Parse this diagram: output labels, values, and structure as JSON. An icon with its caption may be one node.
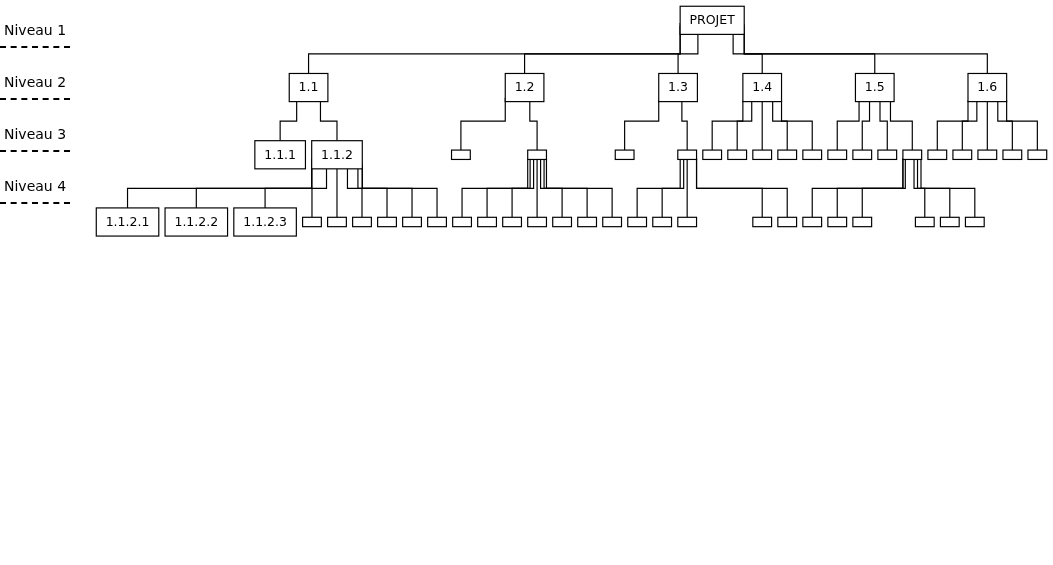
{
  "diagram": {
    "nodes": [
      {
        "text": [
          "PROJET"
        ]
      },
      {
        "text": [
          "1.1"
        ]
      },
      {
        "text": [
          "1.2"
        ]
      },
      {
        "text": [
          "1.3"
        ]
      },
      {
        "text": [
          "1.4"
        ]
      },
      {
        "text": [
          "1.5"
        ]
      },
      {
        "text": [
          "1.6"
        ]
      },
      {
        "text": [
          "1.1.1"
        ]
      },
      {
        "text": [
          "1.1.2"
        ]
      },
      {
        "text": [
          "1.1.2.1"
        ]
      },
      {
        "text": [
          "1.1.2.2"
        ]
      },
      {
        "text": [
          "1.1.2.3"
        ]
      },
      {
        "text": [],
        "shape": "box"
      },
      {
        "text": [],
        "shape": "box"
      },
      {
        "text": [],
        "shape": "box"
      },
      {
        "text": [],
        "shape": "box"
      },
      {
        "text": [],
        "shape": "box"
      },
      {
        "text": [],
        "shape": "box"
      },
      {
        "text": [],
        "shape": "box"
      },
      {
        "text": [],
        "shape": "box"
      },
      {
        "text": [],
        "shape": "box"
      },
      {
        "text": [],
        "shape": "box"
      },
      {
        "text": [],
        "shape": "box"
      },
      {
        "text": [],
        "shape": "box"
      },
      {
        "text": [],
        "shape": "box"
      },
      {
        "text": [],
        "shape": "box"
      },
      {
        "text": [],
        "shape": "box"
      },
      {
        "text": [],
        "shape": "box"
      },
      {
        "text": [],
        "shape": "box"
      },
      {
        "text": [],
        "shape": "box"
      },
      {
        "text": [],
        "shape": "box"
      },
      {
        "text": [],
        "shape": "box"
      },
      {
        "text": [],
        "shape": "box"
      },
      {
        "text": [],
        "shape": "box"
      },
      {
        "text": [],
        "shape": "box"
      },
      {
        "text": [],
        "shape": "box"
      },
      {
        "text": [],
        "shape": "box"
      },
      {
        "text": [],
        "shape": "box"
      },
      {
        "text": [],
        "shape": "box"
      },
      {
        "text": [],
        "shape": "box"
      },
      {
        "text": [],
        "shape": "box"
      },
      {
        "text": [],
        "shape": "box"
      },
      {
        "text": [],
        "shape": "box"
      },
      {
        "text": [],
        "shape": "box"
      },
      {
        "text": [],
        "shape": "box"
      },
      {
        "text": [],
        "shape": "box"
      },
      {
        "text": [],
        "shape": "box"
      },
      {
        "text": [],
        "shape": "box"
      },
      {
        "text": [],
        "shape": "box"
      },
      {
        "text": [],
        "shape": "box"
      },
      {
        "text": [],
        "shape": "box"
      },
      {
        "text": [],
        "shape": "box"
      },
      {
        "text": [],
        "shape": "box"
      },
      {
        "text": [],
        "shape": "box"
      }
    ],
    "edges": [
      {
        "from": 0,
        "to": 1,
        "arrow": "none"
      },
      {
        "from": 0,
        "to": 2,
        "arrow": "none"
      },
      {
        "from": 0,
        "to": 3,
        "arrow": "none"
      },
      {
        "from": 0,
        "to": 4,
        "arrow": "none"
      },
      {
        "from": 0,
        "to": 5,
        "arrow": "none"
      },
      {
        "from": 0,
        "to": 6,
        "arrow": "none"
      },
      {
        "from": 1,
        "to": 7,
        "arrow": "none"
      },
      {
        "from": 1,
        "to": 8,
        "arrow": "none"
      },
      {
        "from": 8,
        "to": 9,
        "arrow": "none"
      },
      {
        "from": 8,
        "to": 10,
        "arrow": "none"
      },
      {
        "from": 8,
        "to": 11,
        "arrow": "none"
      },
      {
        "from": 8,
        "to": 12,
        "arrow": "none"
      },
      {
        "from": 8,
        "to": 13,
        "arrow": "none"
      },
      {
        "from": 8,
        "to": 14,
        "arrow": "none"
      },
      {
        "from": 8,
        "to": 15,
        "arrow": "none"
      },
      {
        "from": 8,
        "to": 16,
        "arrow": "none"
      },
      {
        "from": 8,
        "to": 17,
        "arrow": "none"
      },
      {
        "from": 2,
        "to": 18,
        "arrow": "none"
      },
      {
        "from": 2,
        "to": 19,
        "arrow": "none"
      },
      {
        "from": 19,
        "to": 20,
        "arrow": "none"
      },
      {
        "from": 19,
        "to": 21,
        "arrow": "none"
      },
      {
        "from": 19,
        "to": 22,
        "arrow": "none"
      },
      {
        "from": 19,
        "to": 23,
        "arrow": "none"
      },
      {
        "from": 19,
        "to": 24,
        "arrow": "none"
      },
      {
        "from": 19,
        "to": 25,
        "arrow": "none"
      },
      {
        "from": 19,
        "to": 26,
        "arrow": "none"
      },
      {
        "from": 3,
        "to": 27,
        "arrow": "none"
      },
      {
        "from": 3,
        "to": 28,
        "arrow": "none"
      },
      {
        "from": 28,
        "to": 29,
        "arrow": "none"
      },
      {
        "from": 28,
        "to": 30,
        "arrow": "none"
      },
      {
        "from": 28,
        "to": 31,
        "arrow": "none"
      },
      {
        "from": 28,
        "to": 32,
        "arrow": "none"
      },
      {
        "from": 28,
        "to": 33,
        "arrow": "none"
      },
      {
        "from": 4,
        "to": 34,
        "arrow": "none"
      },
      {
        "from": 4,
        "to": 35,
        "arrow": "none"
      },
      {
        "from": 4,
        "to": 36,
        "arrow": "none"
      },
      {
        "from": 4,
        "to": 37,
        "arrow": "none"
      },
      {
        "from": 4,
        "to": 38,
        "arrow": "none"
      },
      {
        "from": 5,
        "to": 39,
        "arrow": "none"
      },
      {
        "from": 5,
        "to": 40,
        "arrow": "none"
      },
      {
        "from": 5,
        "to": 41,
        "arrow": "none"
      },
      {
        "from": 5,
        "to": 42,
        "arrow": "none"
      },
      {
        "from": 42,
        "to": 43,
        "arrow": "none"
      },
      {
        "from": 42,
        "to": 44,
        "arrow": "none"
      },
      {
        "from": 42,
        "to": 45,
        "arrow": "none"
      },
      {
        "from": 42,
        "to": 46,
        "arrow": "none"
      },
      {
        "from": 42,
        "to": 47,
        "arrow": "none"
      },
      {
        "from": 42,
        "to": 48,
        "arrow": "none"
      },
      {
        "from": 6,
        "to": 49,
        "arrow": "none"
      },
      {
        "from": 6,
        "to": 50,
        "arrow": "none"
      },
      {
        "from": 6,
        "to": 51,
        "arrow": "none"
      },
      {
        "from": 6,
        "to": 52,
        "arrow": "none"
      },
      {
        "from": 6,
        "to": 53,
        "arrow": "none"
      }
    ],
    "labels": [
      "Niveau 1",
      "Niveau 2",
      "Niveau 3",
      "Niveau 4"
    ]
  }
}
